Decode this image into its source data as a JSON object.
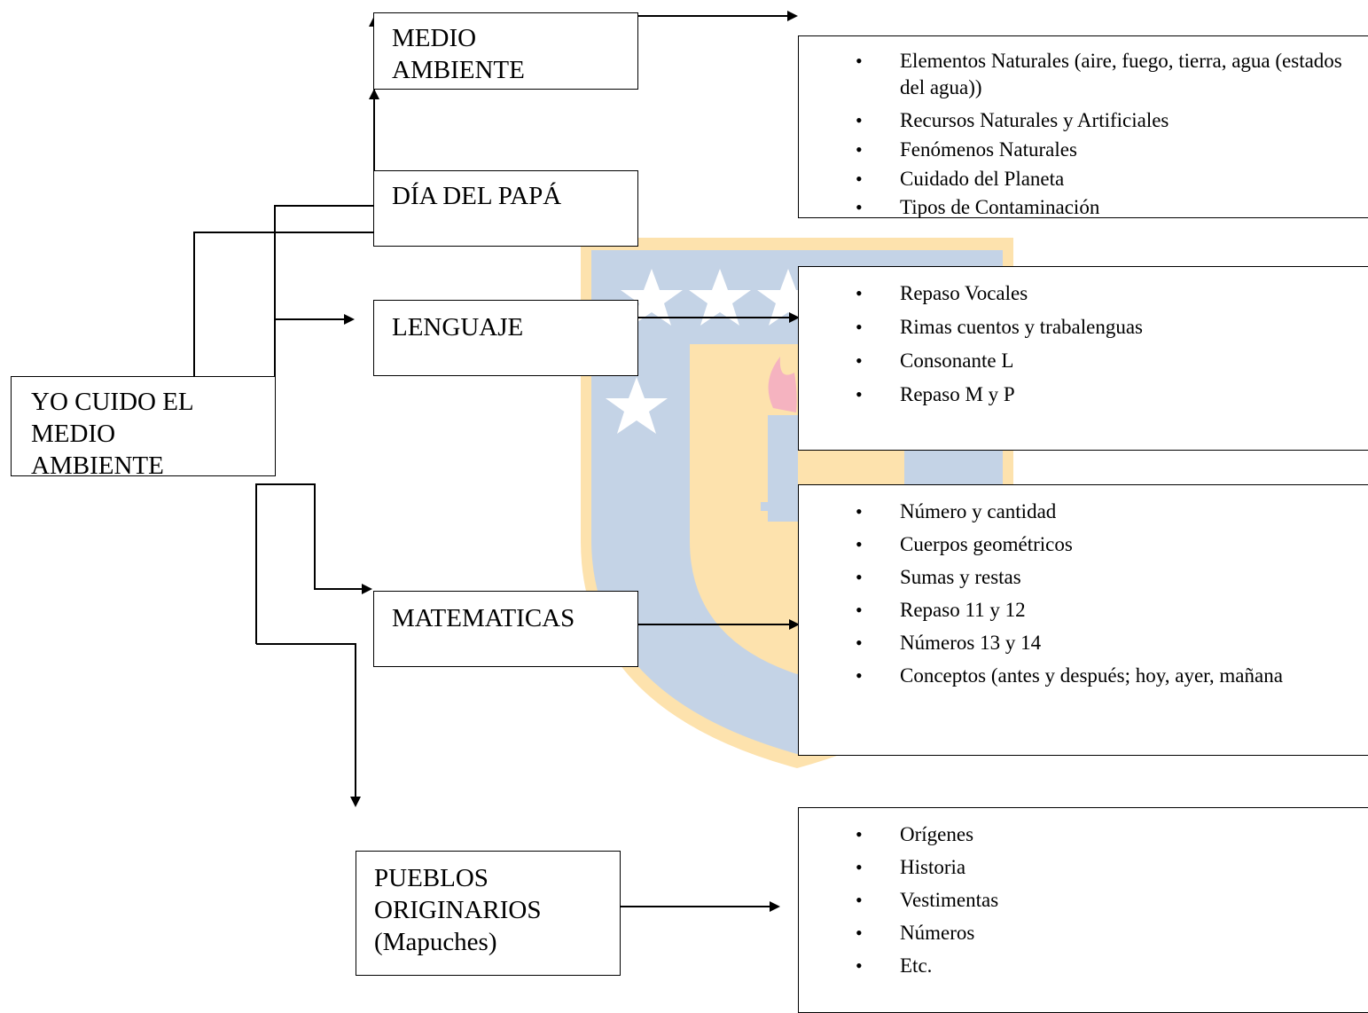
{
  "colors": {
    "emblem_blue": "#c4d3e6",
    "emblem_gold": "#fde2ad",
    "emblem_flame": "#f5b3c0",
    "line": "#000000"
  },
  "central": {
    "label": "YO CUIDO EL\nMEDIO\nAMBIENTE"
  },
  "topics": {
    "medio_ambiente": "MEDIO\nAMBIENTE",
    "dia_papa": "DÍA DEL PAPÁ",
    "lenguaje": "LENGUAJE",
    "matematicas": "MATEMATICAS",
    "pueblos": "PUEBLOS\nORIGINARIOS\n(Mapuches)"
  },
  "lists": {
    "medio_ambiente": [
      "Elementos Naturales (aire, fuego, tierra, agua (estados del agua))",
      "Recursos Naturales y Artificiales",
      "Fenómenos Naturales",
      "Cuidado del Planeta",
      "Tipos de Contaminación"
    ],
    "lenguaje": [
      "Repaso Vocales",
      "Rimas cuentos y trabalenguas",
      "Consonante L",
      "Repaso M y P"
    ],
    "matematicas": [
      "Número y cantidad",
      "Cuerpos geométricos",
      "Sumas y restas",
      "Repaso 11 y 12",
      "Números 13 y 14",
      "Conceptos (antes y después; hoy, ayer, mañana"
    ],
    "pueblos": [
      "Orígenes",
      "Historia",
      "Vestimentas",
      "Números",
      "Etc."
    ]
  }
}
